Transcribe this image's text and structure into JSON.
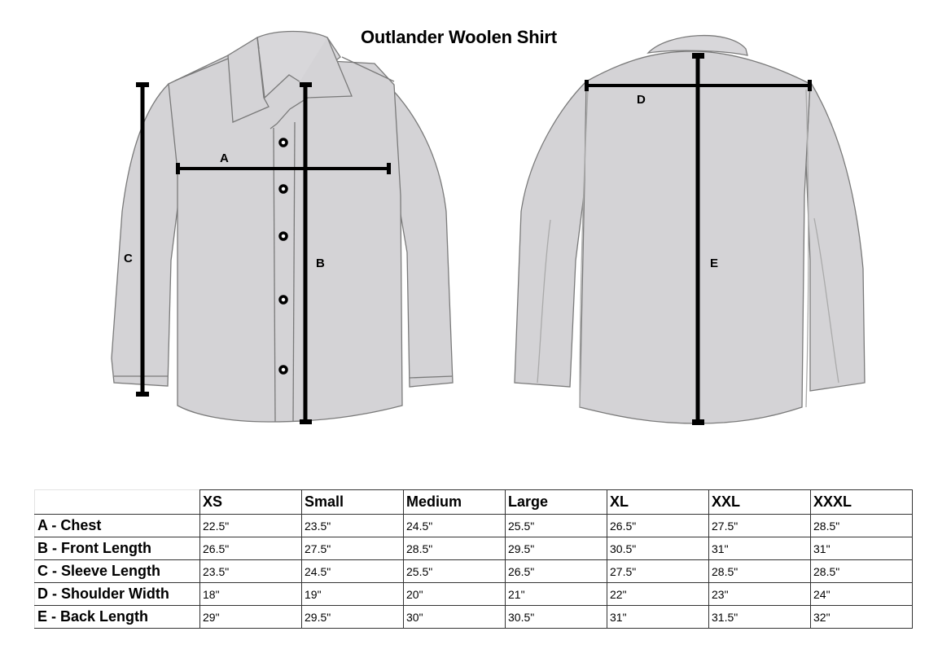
{
  "title": "Outlander Woolen Shirt",
  "diagram": {
    "front_labels": {
      "A": "A",
      "B": "B",
      "C": "C"
    },
    "back_labels": {
      "D": "D",
      "E": "E"
    },
    "colors": {
      "shirt_fill": "#d4d3d6",
      "outline": "#7a7a7a",
      "measure": "#000000"
    }
  },
  "size_table": {
    "columns": [
      "XS",
      "Small",
      "Medium",
      "Large",
      "XL",
      "XXL",
      "XXXL"
    ],
    "rows": [
      {
        "label": "A - Chest",
        "values": [
          "22.5\"",
          "23.5\"",
          "24.5\"",
          "25.5\"",
          "26.5\"",
          "27.5\"",
          "28.5\""
        ]
      },
      {
        "label": "B - Front Length",
        "values": [
          "26.5\"",
          "27.5\"",
          "28.5\"",
          "29.5\"",
          "30.5\"",
          "31\"",
          "31\""
        ]
      },
      {
        "label": "C - Sleeve Length",
        "values": [
          "23.5\"",
          "24.5\"",
          "25.5\"",
          "26.5\"",
          "27.5\"",
          "28.5\"",
          "28.5\""
        ]
      },
      {
        "label": "D - Shoulder Width",
        "values": [
          "18\"",
          "19\"",
          "20\"",
          "21\"",
          "22\"",
          "23\"",
          "24\""
        ]
      },
      {
        "label": "E - Back Length",
        "values": [
          "29\"",
          "29.5\"",
          "30\"",
          "30.5\"",
          "31\"",
          "31.5\"",
          "32\""
        ]
      }
    ]
  }
}
